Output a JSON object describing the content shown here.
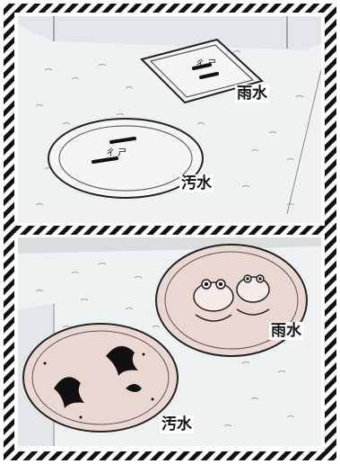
{
  "panels": [
    {
      "labels": {
        "rainwater": "雨水",
        "sewage": "汚水"
      }
    },
    {
      "labels": {
        "rainwater": "雨水",
        "sewage": "汚水"
      }
    }
  ],
  "colors": {
    "frame_stripe": "#111111",
    "frame_bg": "#ffffff",
    "pavement": "#e9eef0",
    "wall": "#d9dde0",
    "decorated_cover": "#ead7d2",
    "ink": "#111111"
  }
}
